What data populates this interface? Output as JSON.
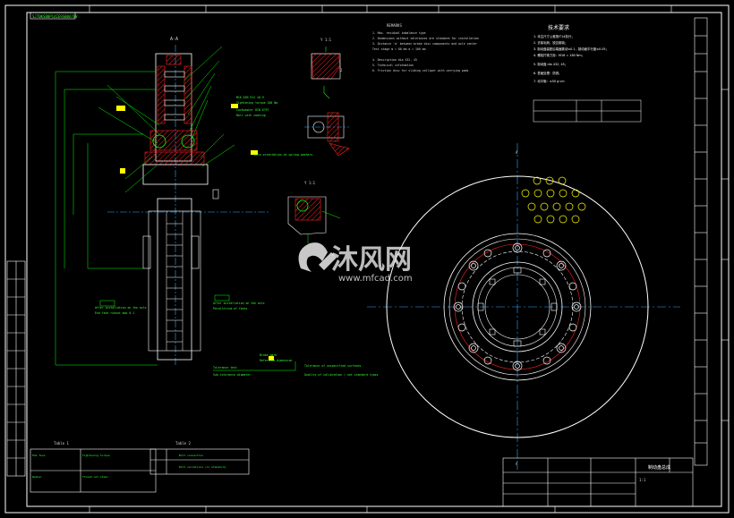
{
  "drawing_code": "SJ70KSB0P14IE9S00A7EV",
  "section_aa": "A-A",
  "section_view_1": "Y\n1:1",
  "section_view_2": "Y\n1:1",
  "tech_title": "技术要求",
  "tech_requirements_cn": [
    "1. 未注尺寸公差按IT14执行；",
    "2. 去除毛刺，锐边倒钝；",
    "3. 制动盘装配后端面跳动≤0.1，制动面平行度≤0.05；",
    "4. 螺栓拧紧力矩：M16 = 180 Nm；",
    "5. 制动盘 dia 432, 45；",
    "6. 表面处理：防锈；",
    "7. 动平衡：≤50 g·cm"
  ],
  "tech_requirements_en": [
    "1. Max. residual imbalance type",
    "2. Dimensions without tolerances are standard for installation",
    "3. Distance 'a' between brake disc components and axle center",
    "   Test stage     m = 80 mm    a = 100 mm",
    "4. Description  dia 432, 45",
    "5. Technical information",
    "6. Friction disc for sliding calliper with carrying pads"
  ],
  "watermark": {
    "brand_cn": "沐风网",
    "url": "www.mfcad.com"
  },
  "title_block": {
    "drawing_name": "制动盘总成",
    "scale": "1:1"
  },
  "tables": {
    "table1": "Table 1",
    "table2": "Table 2",
    "table2_row1": "Bolt connection",
    "table2_row2": "Bolt variations (in standard)"
  },
  "colors": {
    "frame": "#ffffff",
    "outline": "#ffffff",
    "green": "#00ff00",
    "yellow": "#ffff00",
    "red": "#ff2020",
    "cyan": "#33aaff"
  }
}
